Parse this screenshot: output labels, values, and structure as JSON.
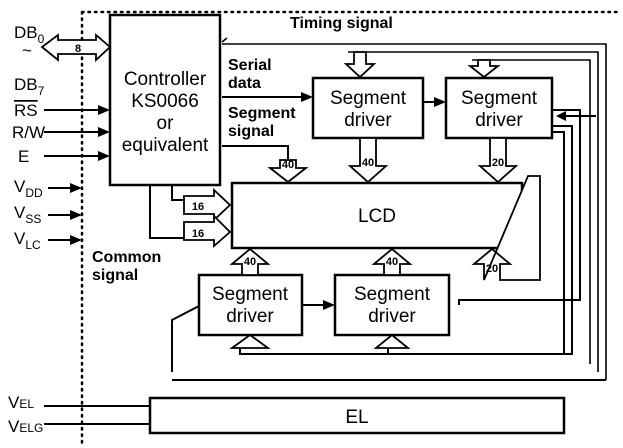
{
  "blocks": {
    "controller": [
      "Controller",
      "KS0066",
      "or",
      "equivalent"
    ],
    "segment_driver": [
      "Segment",
      "driver"
    ],
    "lcd": "LCD",
    "el": "EL"
  },
  "signals": {
    "timing": "Timing signal",
    "serial_data": [
      "Serial",
      "data"
    ],
    "segment_signal": [
      "Segment",
      "signal"
    ],
    "common_signal": [
      "Common",
      "signal"
    ]
  },
  "bus_widths": {
    "data_bus": "8",
    "common_upper": "16",
    "common_lower": "16",
    "seg_top_1": "40",
    "seg_top_2": "40",
    "seg_top_3": "20",
    "seg_bottom_1": "40",
    "seg_bottom_2": "40",
    "seg_bottom_3": "20"
  },
  "pins": {
    "db0": {
      "base": "DB",
      "sub": "0"
    },
    "db7": {
      "base": "DB",
      "sub": "7"
    },
    "rs": "RS",
    "rw": "R/W",
    "e": "E",
    "vdd": {
      "base": "V",
      "sub": "DD"
    },
    "vss": {
      "base": "V",
      "sub": "SS"
    },
    "vlc": {
      "base": "V",
      "sub": "LC"
    },
    "vel": {
      "base": "V",
      "sub": "EL"
    },
    "velg": {
      "base": "V",
      "sub": "ELG"
    }
  },
  "symbols": {
    "tilde": "~"
  }
}
